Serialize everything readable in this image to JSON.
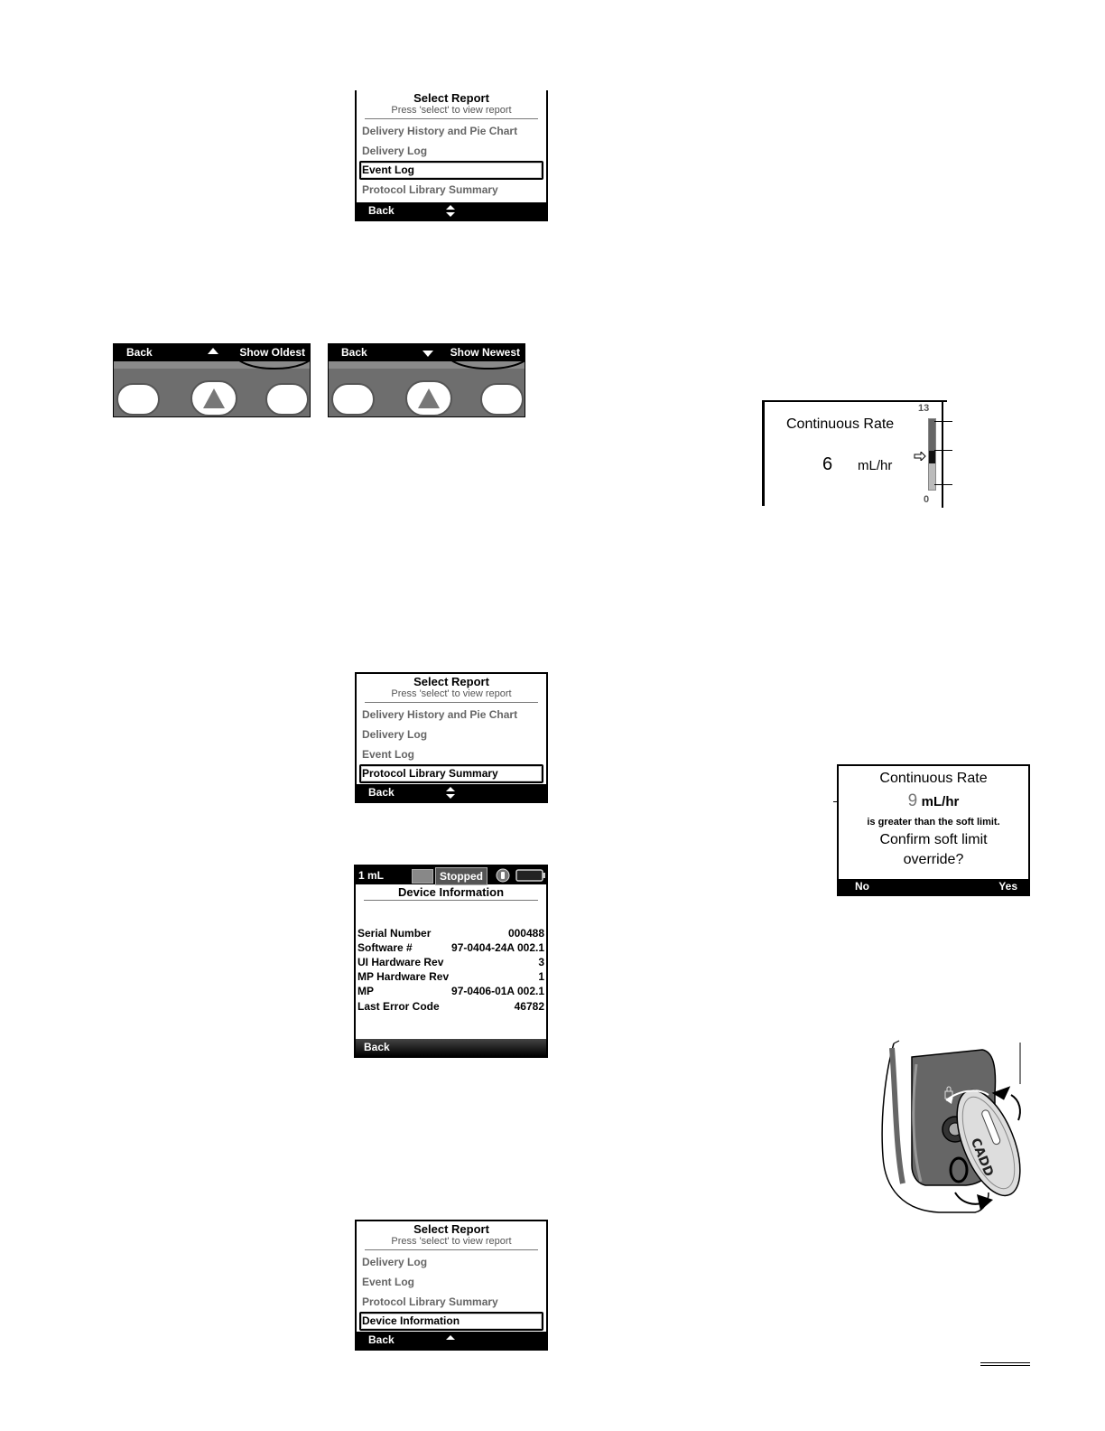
{
  "select_report_1": {
    "title": "Select Report",
    "subtitle": "Press 'select' to view report",
    "items": [
      "Delivery History and Pie Chart",
      "Delivery Log",
      "Event Log",
      "Protocol Library Summary"
    ],
    "selected": "Event Log",
    "back": "Back"
  },
  "keys_oldest": {
    "back": "Back",
    "action": "Show Oldest"
  },
  "keys_newest": {
    "back": "Back",
    "action": "Show Newest"
  },
  "continuous_rate_gauge": {
    "label": "Continuous Rate",
    "value": "6",
    "unit": "mL/hr",
    "scale_max": "13",
    "scale_min": "0",
    "value_fraction": 0.46
  },
  "select_report_2": {
    "title": "Select Report",
    "subtitle": "Press 'select' to view report",
    "items": [
      "Delivery History and Pie Chart",
      "Delivery Log",
      "Event Log",
      "Protocol Library Summary"
    ],
    "selected": "Protocol Library Summary",
    "back": "Back"
  },
  "soft_limit": {
    "title": "Continuous Rate",
    "value": "9",
    "unit": "mL/hr",
    "message": "is greater than the soft limit.",
    "question_line1": "Confirm soft limit",
    "question_line2": "override?",
    "no": "No",
    "yes": "Yes"
  },
  "device_info": {
    "status_volume": "1 mL",
    "status_state": "Stopped",
    "title": "Device Information",
    "rows": [
      {
        "key": "Serial Number",
        "value": "000488"
      },
      {
        "key": "Software #",
        "value": "97-0404-24A 002.1"
      },
      {
        "key": "UI Hardware Rev",
        "value": "3"
      },
      {
        "key": "MP Hardware Rev",
        "value": "1"
      },
      {
        "key": "MP",
        "value": "97-0406-01A 002.1"
      },
      {
        "key": "Last Error Code",
        "value": "46782"
      }
    ],
    "back": "Back"
  },
  "cassette_illustration": {
    "brand_text": "CADD"
  },
  "select_report_3": {
    "title": "Select Report",
    "subtitle": "Press 'select' to view report",
    "items": [
      "Delivery Log",
      "Event Log",
      "Protocol Library Summary",
      "Device Information"
    ],
    "selected": "Device Information",
    "back": "Back"
  }
}
